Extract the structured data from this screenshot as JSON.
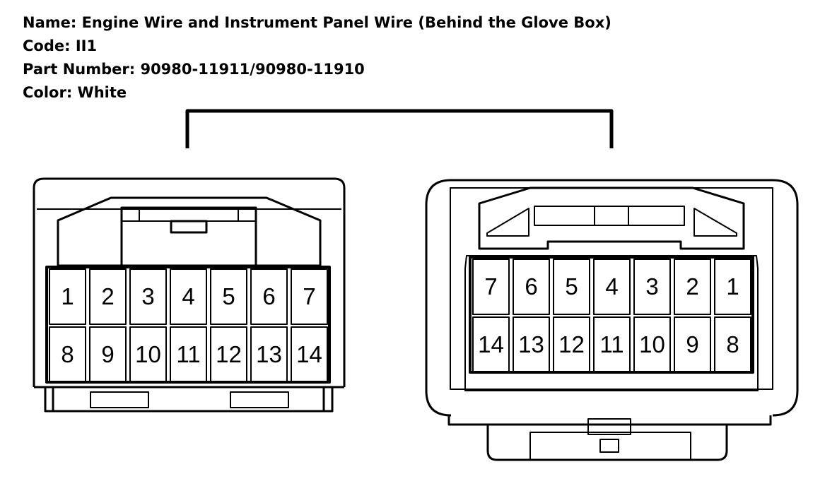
{
  "info": {
    "name": "Name:  Engine Wire and Instrument Panel Wire (Behind the Glove Box)",
    "code": "Code:  II1",
    "part_number": "Part Number:  90980-11911/90980-11910",
    "color": "Color:  White"
  },
  "connectors": {
    "left": {
      "top_row": [
        "1",
        "2",
        "3",
        "4",
        "5",
        "6",
        "7"
      ],
      "bottom_row": [
        "8",
        "9",
        "10",
        "11",
        "12",
        "13",
        "14"
      ]
    },
    "right": {
      "top_row": [
        "7",
        "6",
        "5",
        "4",
        "3",
        "2",
        "1"
      ],
      "bottom_row": [
        "14",
        "13",
        "12",
        "11",
        "10",
        "9",
        "8"
      ]
    }
  }
}
